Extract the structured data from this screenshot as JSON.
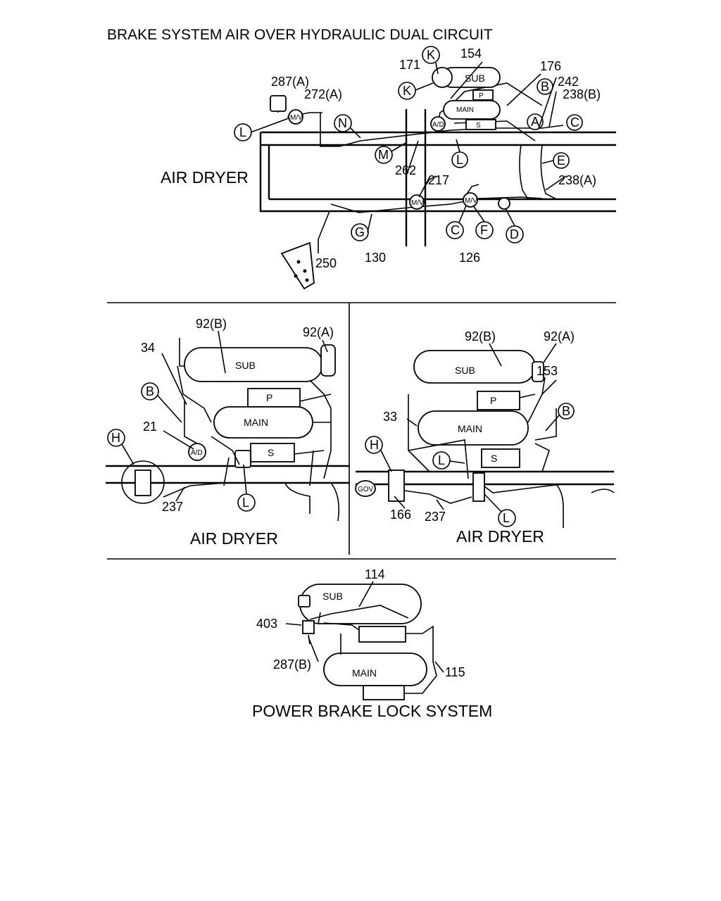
{
  "title": "BRAKE SYSTEM AIR OVER HYDRAULIC DUAL CIRCUIT",
  "sections": {
    "top_air_dryer": "AIR DRYER",
    "left_air_dryer": "AIR DRYER",
    "right_air_dryer": "AIR DRYER",
    "power_brake_lock": "POWER BRAKE LOCK SYSTEM"
  },
  "tanks": {
    "sub": "SUB",
    "main": "MAIN",
    "p": "P",
    "s": "S"
  },
  "valve_marks": {
    "ad": "A/D",
    "mv": "M/V",
    "gov": "GOV"
  },
  "callouts": {
    "top": [
      "A",
      "B",
      "C",
      "C",
      "D",
      "E",
      "F",
      "G",
      "K",
      "K",
      "L",
      "L",
      "M",
      "N"
    ],
    "left": [
      "B",
      "H",
      "L"
    ],
    "right": [
      "B",
      "H",
      "L",
      "L"
    ]
  },
  "part_numbers": {
    "top": [
      "287(A)",
      "272(A)",
      "171",
      "154",
      "176",
      "242",
      "238(B)",
      "262",
      "217",
      "238(A)",
      "250",
      "130",
      "126"
    ],
    "left": [
      "92(B)",
      "92(A)",
      "34",
      "21",
      "237"
    ],
    "right": [
      "92(B)",
      "92(A)",
      "153",
      "33",
      "166",
      "237"
    ],
    "bottom": [
      "114",
      "403",
      "287(B)",
      "115"
    ]
  }
}
